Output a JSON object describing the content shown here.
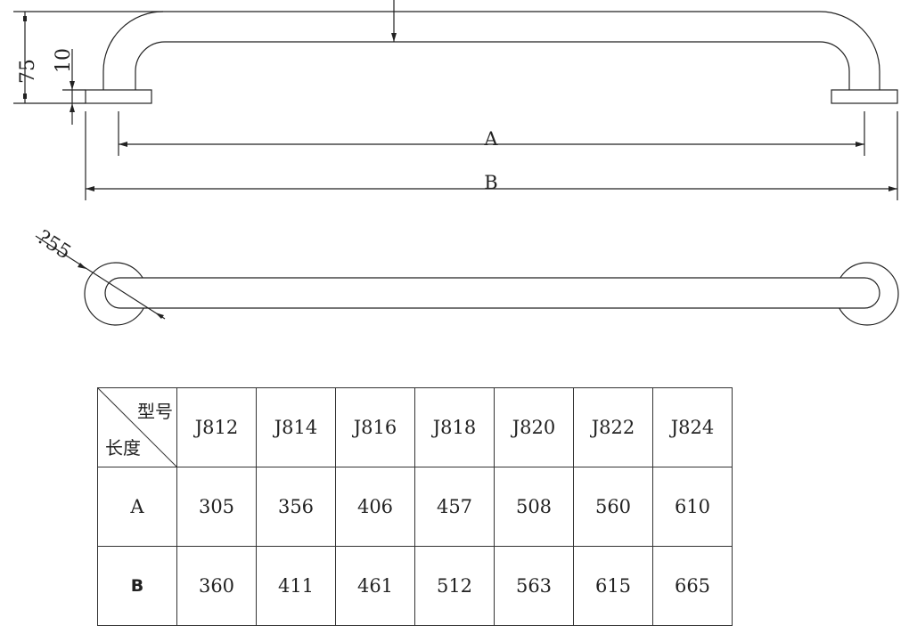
{
  "drawing": {
    "dim_75": "75",
    "dim_10": "10",
    "dim_a": "A",
    "dim_b": "B",
    "dim_diameter": "?55"
  },
  "table": {
    "header_model": "型号",
    "header_length": "长度",
    "models": [
      "J812",
      "J814",
      "J816",
      "J818",
      "J820",
      "J822",
      "J824"
    ],
    "rows": [
      {
        "label": "A",
        "values": [
          "305",
          "356",
          "406",
          "457",
          "508",
          "560",
          "610"
        ]
      },
      {
        "label": "B",
        "values": [
          "360",
          "411",
          "461",
          "512",
          "563",
          "615",
          "665"
        ]
      }
    ]
  }
}
